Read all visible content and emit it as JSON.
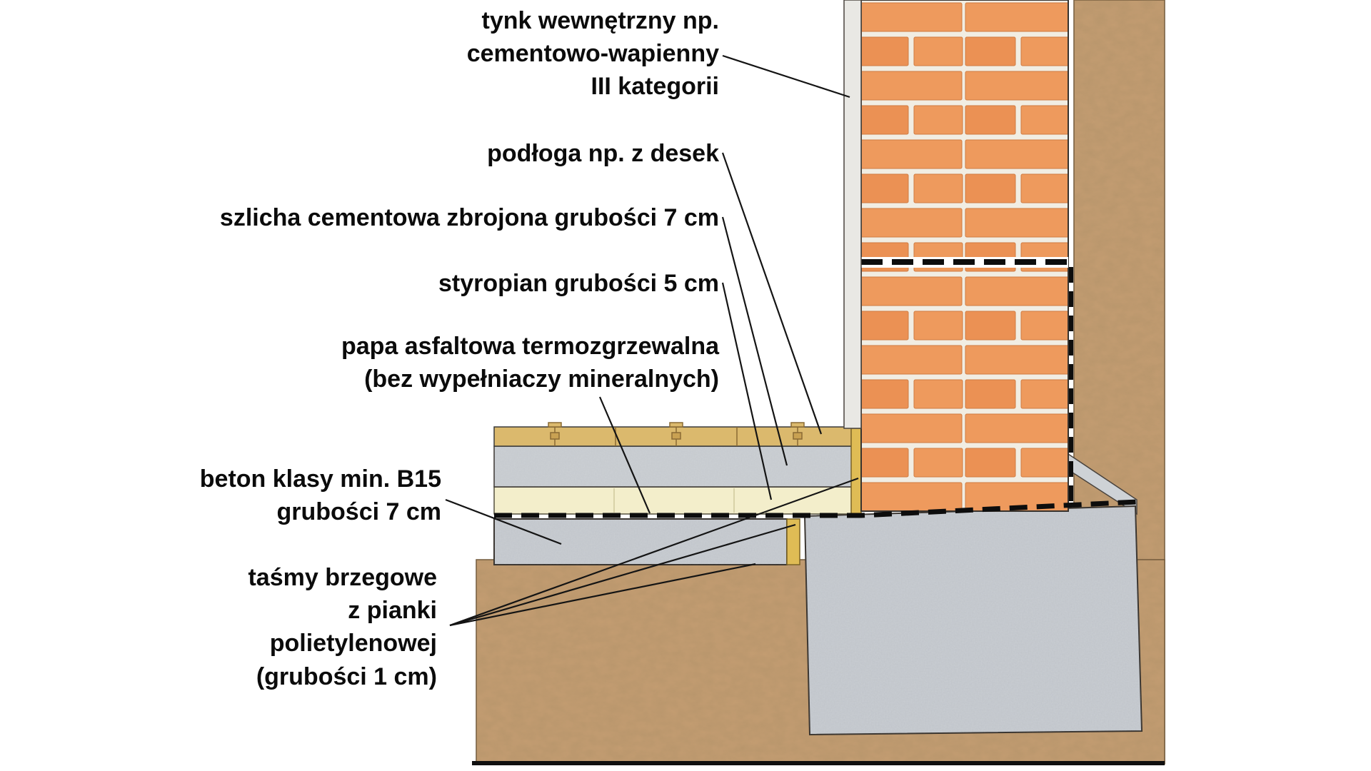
{
  "labels": {
    "plaster": "tynk wewnętrzny np.\ncementowo-wapienny\nIII kategorii",
    "floor": "podłoga np. z desek",
    "screed": "szlicha cementowa zbrojona grubości 7 cm",
    "styrofoam": "styropian grubości 5 cm",
    "felt": "papa asfaltowa termozgrzewalna\n(bez wypełniaczy mineralnych)",
    "concrete": "beton klasy min. B15\ngrubości 7 cm",
    "edge_tape": "taśmy brzegowe\nz pianki\npolietylenowej\n(grubości 1 cm)"
  },
  "colors": {
    "brick": "#ee9a5d",
    "brick_alt": "#eb9154",
    "mortar": "#f1ede3",
    "soil": "#c49d72",
    "concrete": "#c9cdd2",
    "screed": "#ccd0d4",
    "styrofoam": "#f3eecb",
    "wood": "#dbb96d",
    "wood_notch": "#c9a152",
    "tape": "#dfbc55",
    "plaster": "#e9e8e4",
    "leader": "#141414"
  }
}
